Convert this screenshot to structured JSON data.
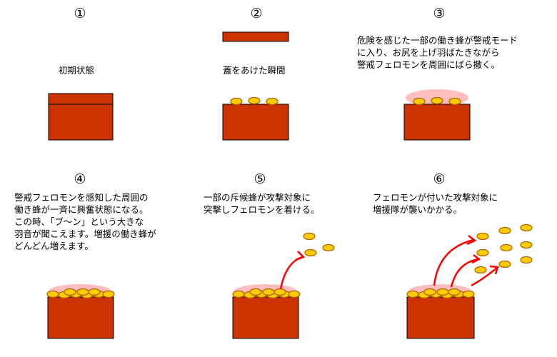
{
  "colors": {
    "hive": "#cc3300",
    "bee_fill": "#ffcc00",
    "bee_stroke": "#b06000",
    "arrow": "#ff0000",
    "pheromone": "#ff7070"
  },
  "panels": [
    {
      "num": "①",
      "lines": [
        "初期状態"
      ]
    },
    {
      "num": "②",
      "lines": [
        "蓋をあけた瞬間"
      ]
    },
    {
      "num": "③",
      "lines": [
        "危険を感じた一部の働き蜂が警戒モード",
        "に入り、お尻を上げ羽ばたきながら",
        "警戒フェロモンを周囲にばら撒く。"
      ]
    },
    {
      "num": "④",
      "lines": [
        "警戒フェロモンを感知した周囲の",
        "働き蜂が一斉に興奮状態になる。",
        "この時、「ブ～ン」という大きな",
        "羽音が聞こえます。増援の働き蜂が",
        "どんどん増えます。"
      ]
    },
    {
      "num": "⑤",
      "lines": [
        "一部の斥候蜂が攻撃対象に",
        "突撃しフェロモンを着ける。"
      ]
    },
    {
      "num": "⑥",
      "lines": [
        "フェロモンが付いた攻撃対象に",
        "増援隊が襲いかかる。"
      ]
    }
  ]
}
